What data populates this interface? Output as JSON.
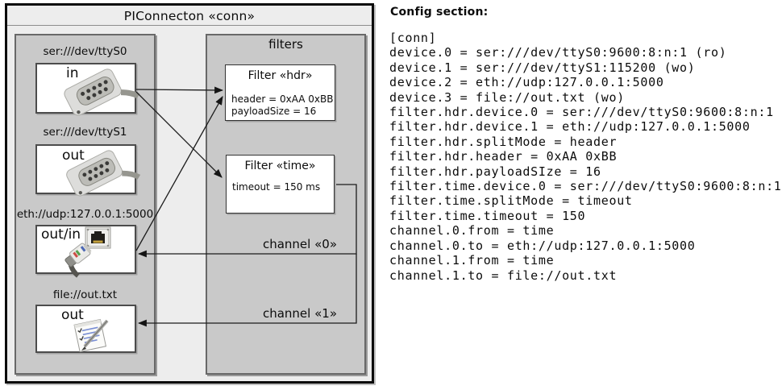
{
  "diagram": {
    "title": "PIConnecton «conn»",
    "filters_title": "filters",
    "devices": [
      {
        "label": "ser:///dev/ttyS0",
        "port": "in",
        "icon": "serial-db9-icon"
      },
      {
        "label": "ser:///dev/ttyS1",
        "port": "out",
        "icon": "serial-db9-icon"
      },
      {
        "label": "eth://udp:127.0.0.1:5000",
        "port": "out/in",
        "icon": "ethernet-jack-and-plug-icon"
      },
      {
        "label": "file://out.txt",
        "port": "out",
        "icon": "notepad-pen-icon"
      }
    ],
    "filters": [
      {
        "title": "Filter «hdr»",
        "lines": [
          "header = 0xAA 0xBB",
          "payloadSize = 16"
        ]
      },
      {
        "title": "Filter «time»",
        "lines": [
          "timeout = 150 ms"
        ]
      }
    ],
    "channels": [
      {
        "label": "channel «0»"
      },
      {
        "label": "channel «1»"
      }
    ]
  },
  "config": {
    "heading": "Config section:",
    "lines": [
      "[conn]",
      "device.0 = ser:///dev/ttyS0:9600:8:n:1 (ro)",
      "device.1 = ser:///dev/ttyS1:115200 (wo)",
      "device.2 = eth://udp:127.0.0.1:5000",
      "device.3 = file://out.txt (wo)",
      "filter.hdr.device.0 = ser:///dev/ttyS0:9600:8:n:1",
      "filter.hdr.device.1 = eth://udp:127.0.0.1:5000",
      "filter.hdr.splitMode = header",
      "filter.hdr.header = 0xAA 0xBB",
      "filter.hdr.payloadSIze = 16",
      "filter.time.device.0 = ser:///dev/ttyS0:9600:8:n:1",
      "filter.time.splitMode = timeout",
      "filter.time.timeout = 150",
      "channel.0.from = time",
      "channel.0.to = eth://udp:127.0.0.1:5000",
      "channel.1.from = time",
      "channel.1.to = file://out.txt"
    ]
  },
  "colors": {
    "outer_fill": "#ededed",
    "panel_fill": "#c9c9c9",
    "box_fill": "#ffffff",
    "line": "#141414",
    "port_contact_yellow": "#c2a03c"
  }
}
